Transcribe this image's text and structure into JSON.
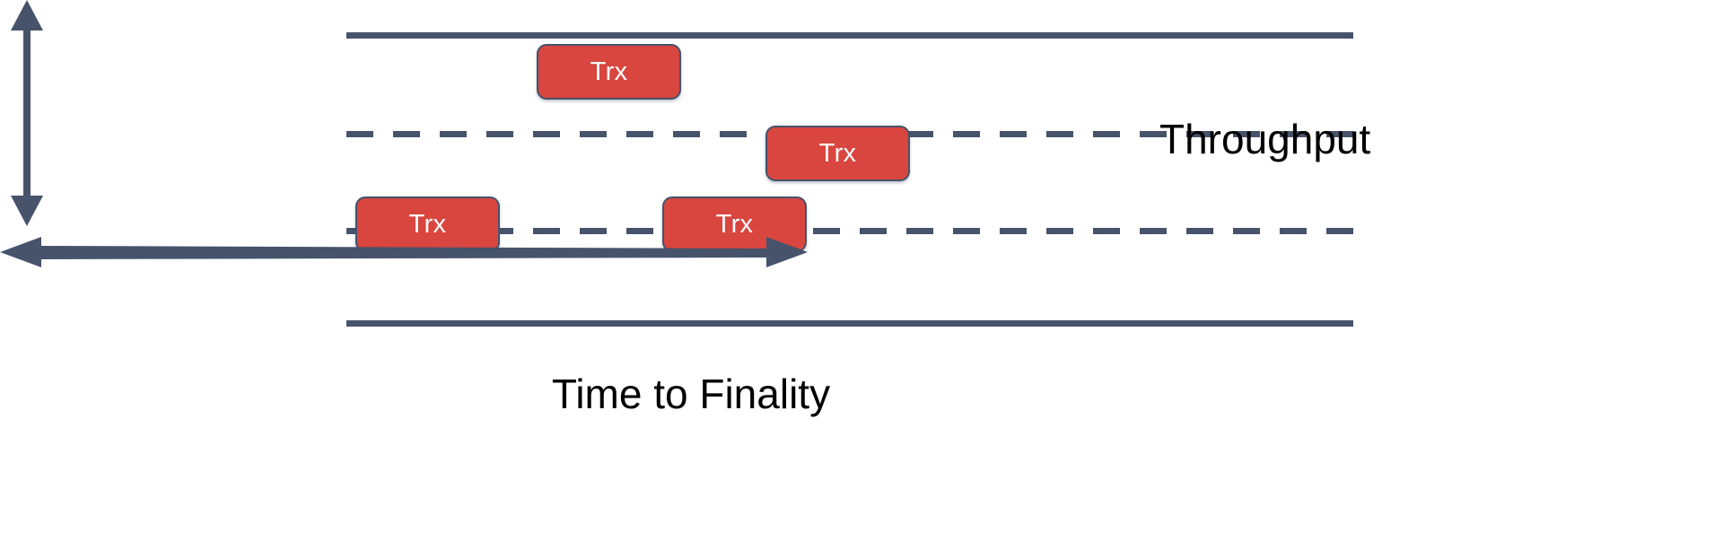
{
  "diagram": {
    "title": "Blockchain throughput vs time-to-finality lane diagram",
    "colors": {
      "line": "#46536b",
      "transaction_fill": "#d9453f",
      "transaction_text": "#ffffff",
      "label_text": "#000000",
      "background": "#ffffff"
    },
    "lanes": [
      {
        "id": "lane-top",
        "style": "solid",
        "role": "upper-boundary"
      },
      {
        "id": "lane-mid-1",
        "style": "dashed",
        "role": "lane-divider"
      },
      {
        "id": "lane-mid-2",
        "style": "dashed",
        "role": "lane-divider"
      },
      {
        "id": "lane-bottom",
        "style": "solid",
        "role": "lower-boundary"
      }
    ],
    "transactions": [
      {
        "id": "trx-1",
        "label": "Trx",
        "lane": 1
      },
      {
        "id": "trx-2",
        "label": "Trx",
        "lane": 2
      },
      {
        "id": "trx-3",
        "label": "Trx",
        "lane": 3
      },
      {
        "id": "trx-4",
        "label": "Trx",
        "lane": 3
      }
    ],
    "axes": {
      "vertical": {
        "label": "Throughput",
        "icon": "double-headed-vertical-arrow-icon",
        "arrow_heads": "both"
      },
      "horizontal": {
        "label": "Time to Finality",
        "icon": "double-headed-horizontal-arrow-icon",
        "arrow_heads": "both"
      }
    }
  }
}
